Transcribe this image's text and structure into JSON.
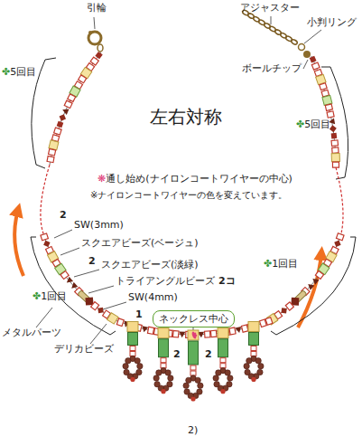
{
  "diagram": {
    "nodes": [
      {
        "text": [
          "ネックレス中心"
        ]
      }
    ],
    "labels": [
      "引輪",
      "アジャスター",
      "小判リング",
      "ボールチップ",
      "✤5回目",
      "✤5回目",
      "左右対称",
      "❋通し始め(ナイロンコートワイヤーの中心)",
      "※ナイロンコートワイヤーの色を変えています。",
      "✤1回目",
      "2",
      "SW(3mm)",
      "スクエアビーズ(ベージュ)",
      "2",
      "スクエアビーズ(淡緑)",
      "トライアングルビーズ",
      "2コ",
      "✤1回目",
      "SW(4mm)",
      "1",
      "メタルパーツ",
      "デリカビーズ",
      "2",
      "2",
      "2)"
    ]
  }
}
